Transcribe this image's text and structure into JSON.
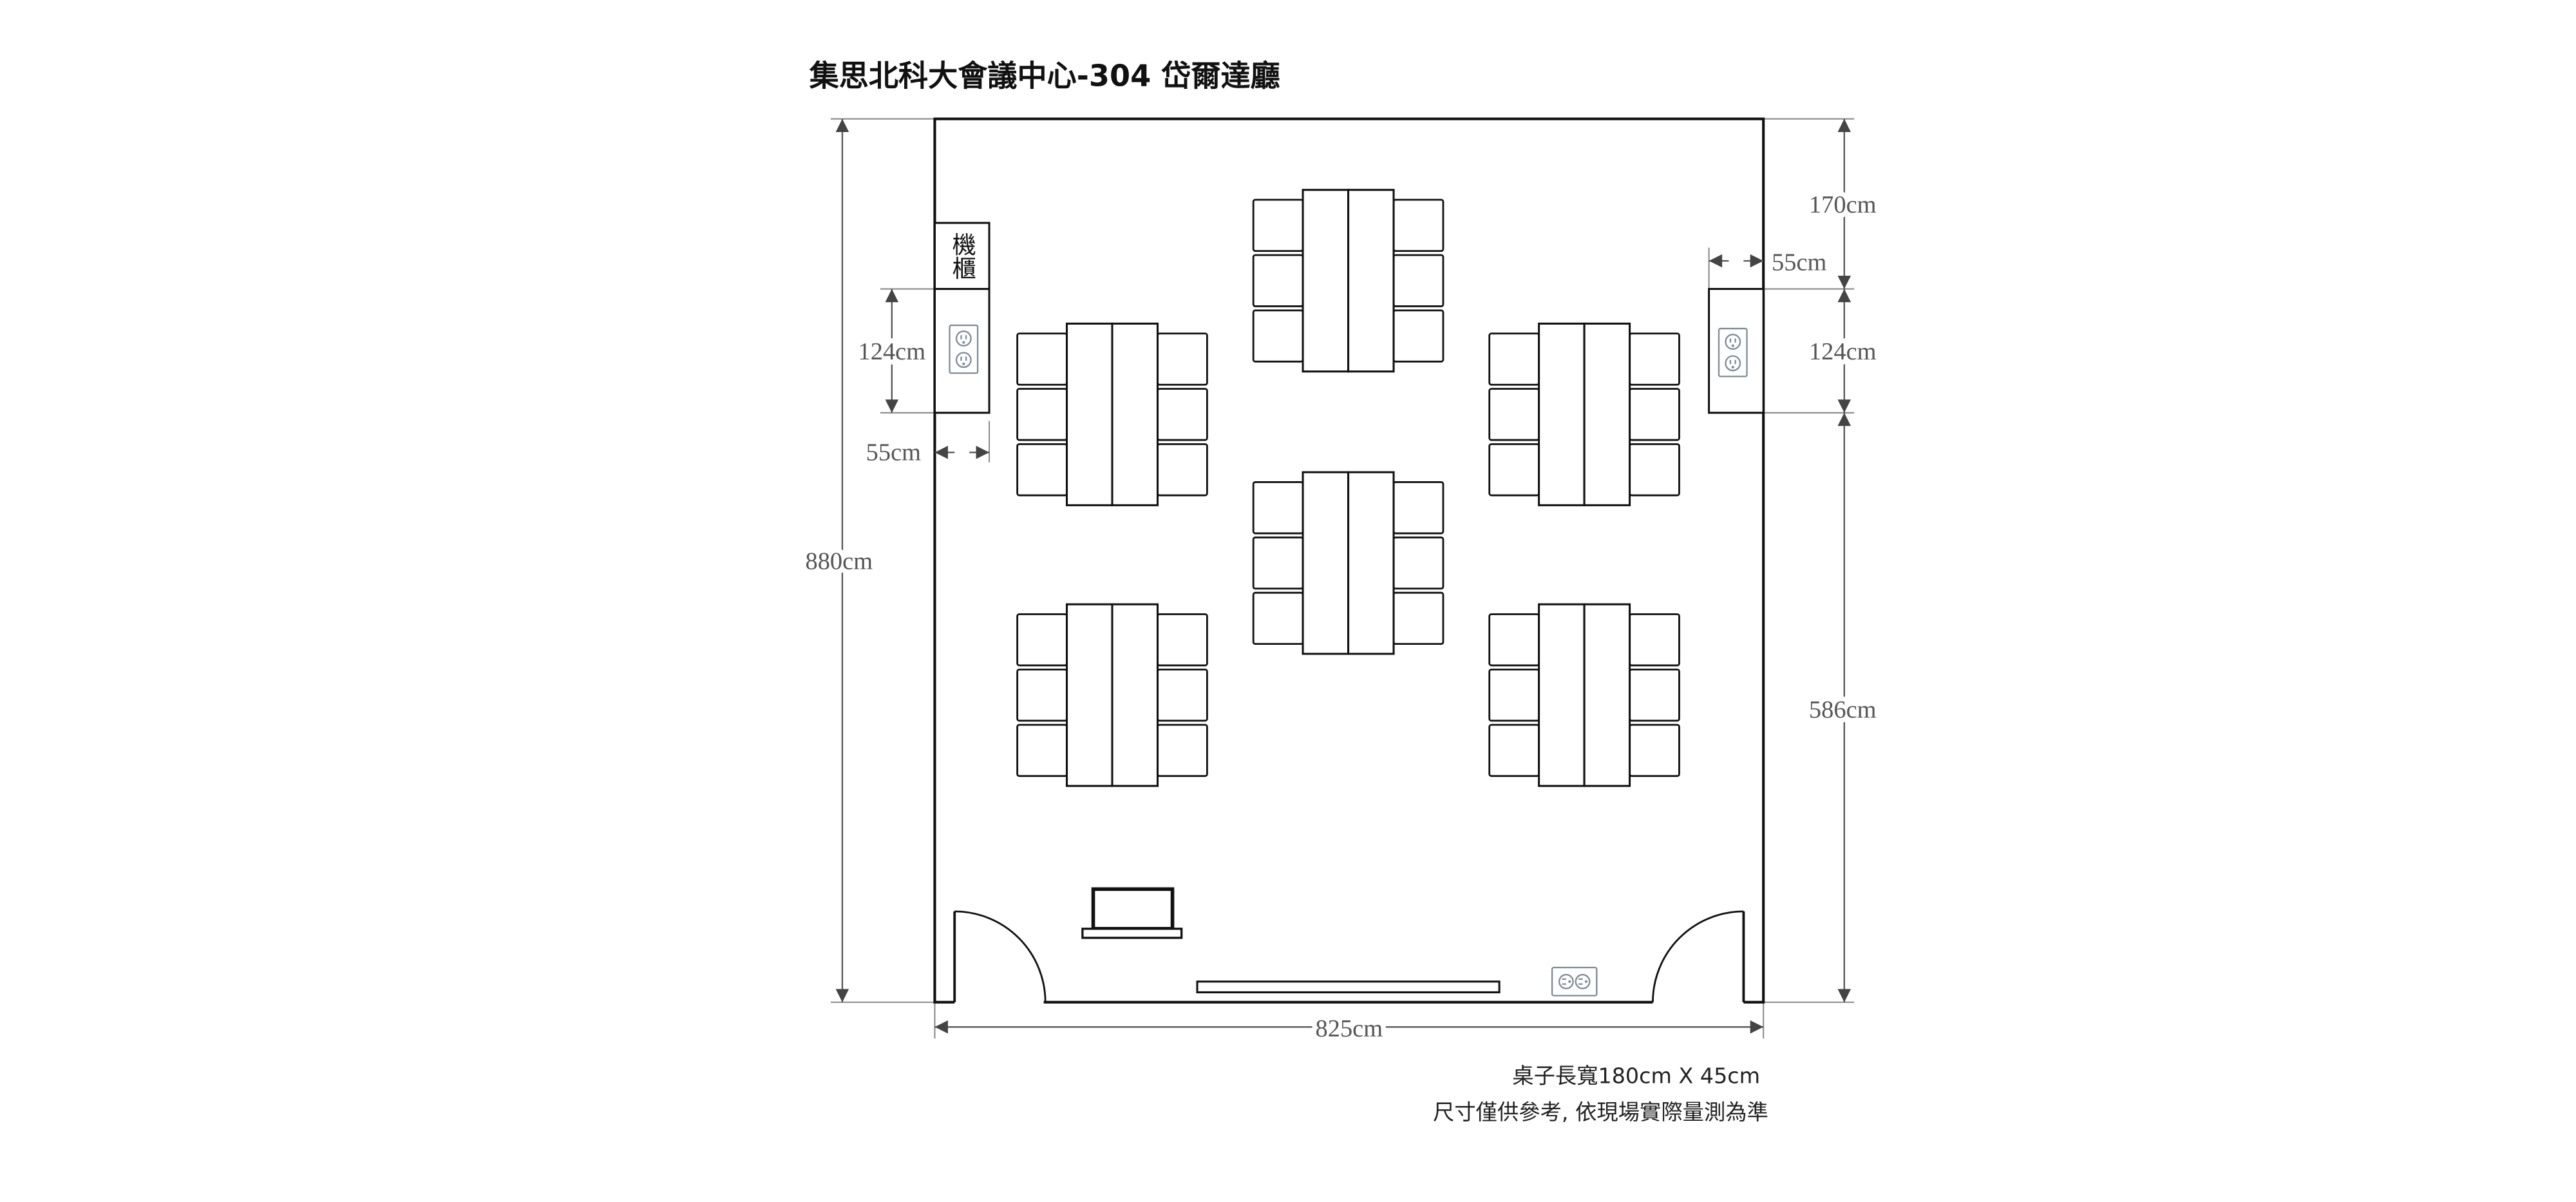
{
  "title": "集思北科大會議中心-304 岱爾達廳",
  "cabinet_label": "機櫃",
  "dimensions": {
    "room_depth": "880cm",
    "room_width": "825cm",
    "right_top_offset": "170cm",
    "right_outlet_box_width": "55cm",
    "right_outlet_box_height": "124cm",
    "right_bottom_offset": "586cm",
    "left_outlet_box_height": "124cm",
    "left_outlet_box_width": "55cm"
  },
  "notes": {
    "table_size": "桌子長寬180cm X 45cm",
    "disclaimer": "尺寸僅供參考, 依現場實際量測為準"
  },
  "icons": {
    "outlet": "outlet-icon",
    "podium": "podium-icon",
    "door": "door-swing-icon"
  },
  "colors": {
    "line": "#111111",
    "dimension": "#555555",
    "outlet": "#7b8c96",
    "background": "#ffffff"
  }
}
